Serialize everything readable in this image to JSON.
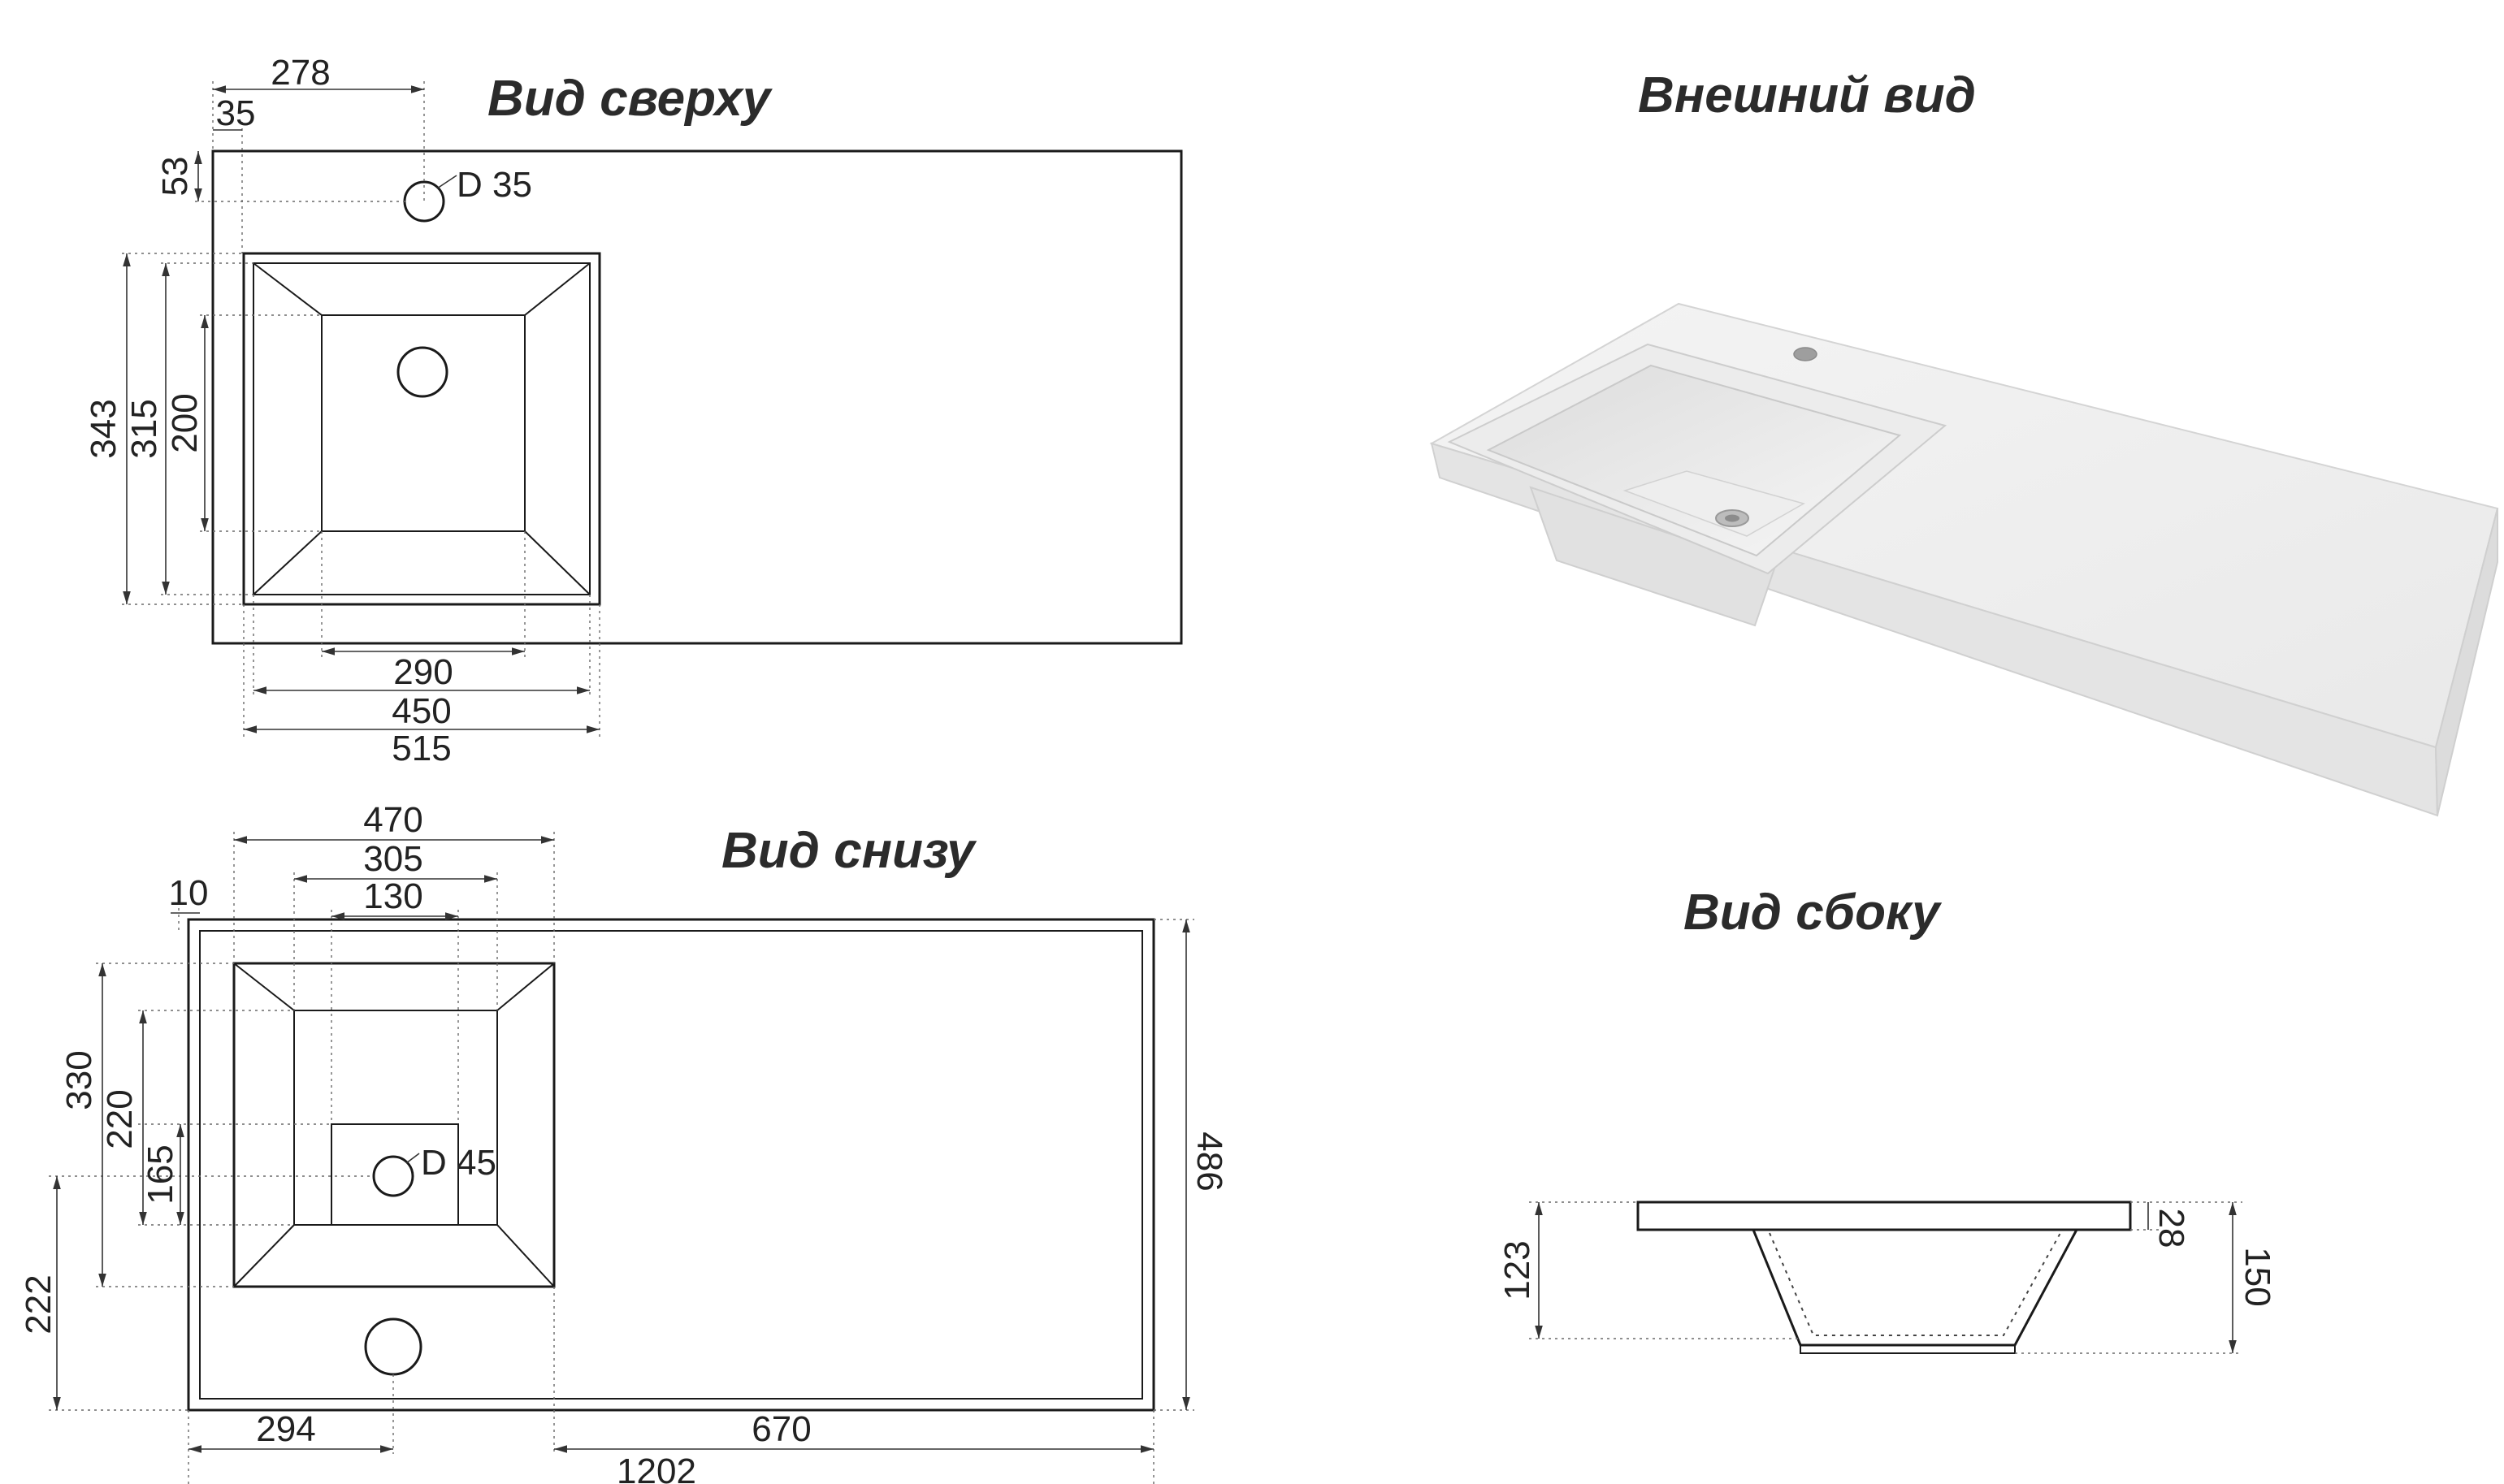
{
  "titles": {
    "top_view": "Вид сверху",
    "bottom_view": "Вид снизу",
    "exterior_view": "Внешний вид",
    "side_view": "Вид сбоку"
  },
  "top_view": {
    "dims": {
      "hole_x": "278",
      "edge_offset": "35",
      "hole_y": "53",
      "hole_diameter": "D 35",
      "outer_depth": "343",
      "inner_depth": "315",
      "bowl_depth": "200",
      "bowl_width": "290",
      "inner_width": "450",
      "outer_width": "515"
    }
  },
  "bottom_view": {
    "dims": {
      "skirt_width": "470",
      "mid_width": "305",
      "drain_width": "130",
      "rim": "10",
      "skirt_depth": "330",
      "mid_depth": "220",
      "drain_depth": "165",
      "drain_diameter": "D 45",
      "hole_offset": "222",
      "total_depth": "486",
      "left_offset": "294",
      "right_offset": "670",
      "total_width": "1202"
    }
  },
  "side_view": {
    "dims": {
      "bowl_height": "123",
      "top_thickness": "28",
      "total_height": "150"
    }
  },
  "colors": {
    "line": "#1a1a1a",
    "dimension": "#333333",
    "render_body": "#f2f2f2",
    "render_shadow": "#d8d8d8"
  }
}
